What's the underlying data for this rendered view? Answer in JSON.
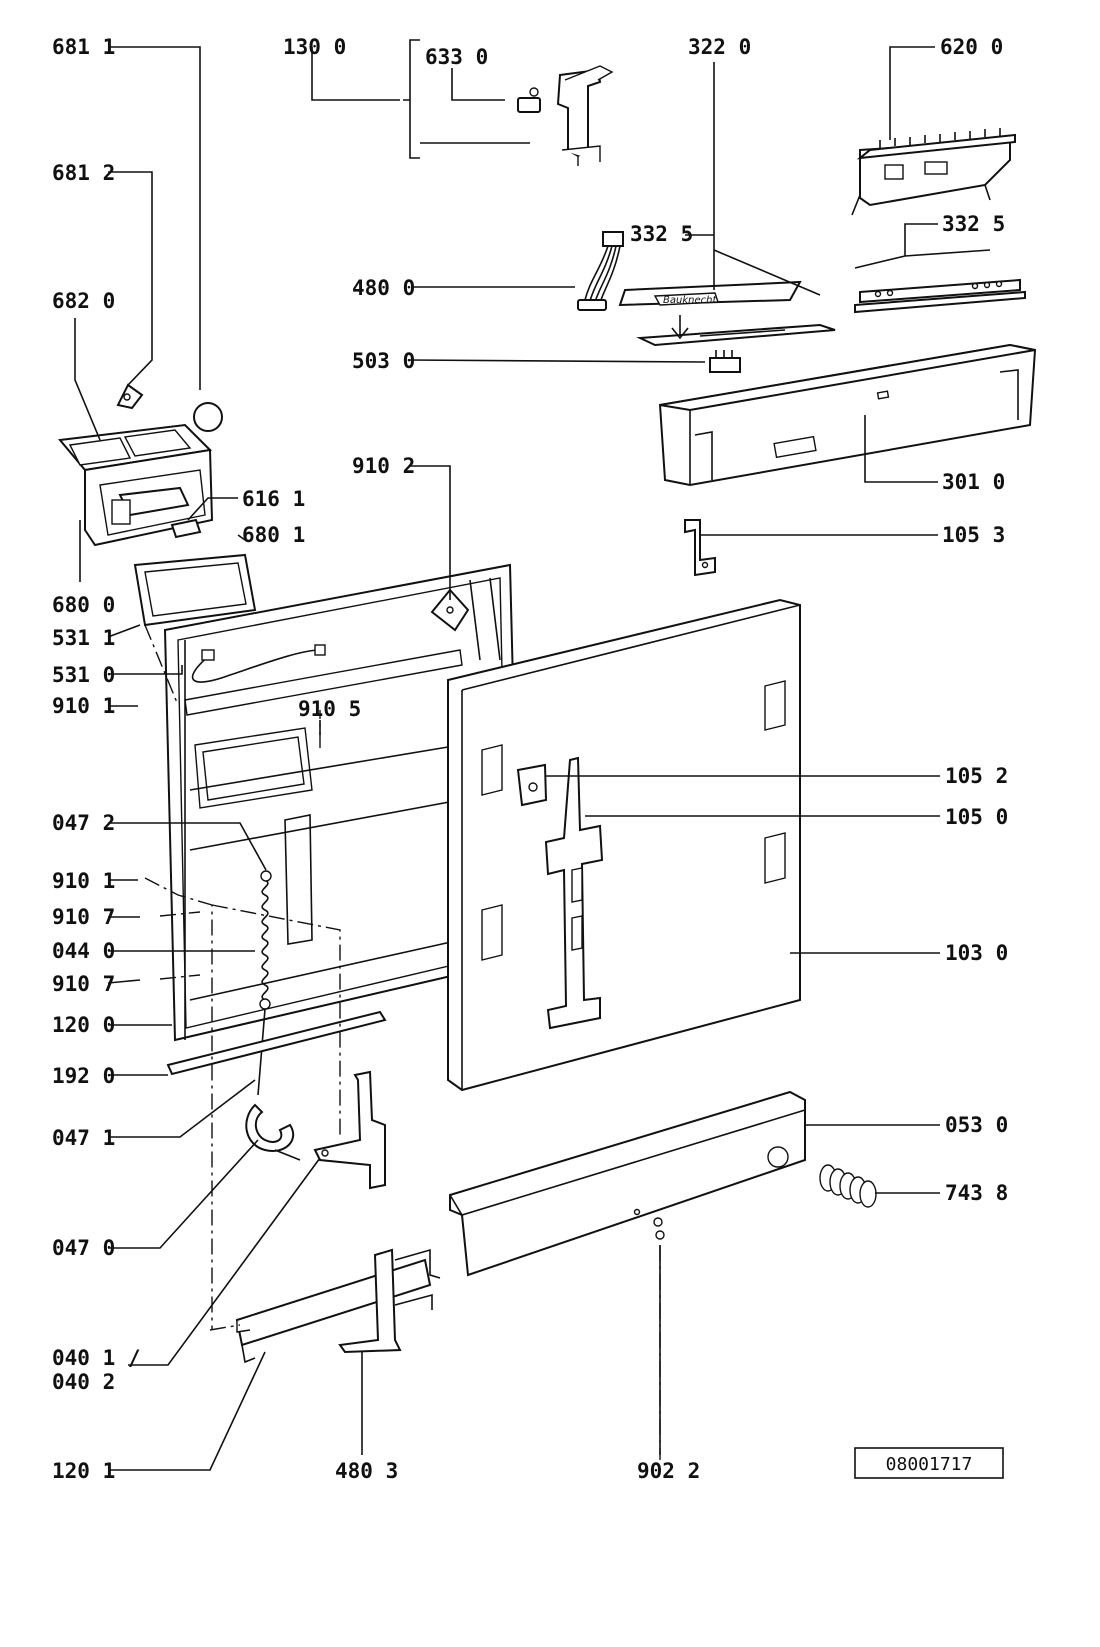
{
  "labels": {
    "p6811": "681 1",
    "p1300": "130 0",
    "p6330": "633 0",
    "p3220": "322 0",
    "p6200": "620 0",
    "p6812": "681 2",
    "p3325a": "332 5",
    "p3325b": "332 5",
    "p4800": "480 0",
    "p6820": "682 0",
    "p5030": "503 0",
    "p9102": "910 2",
    "p3010": "301 0",
    "p6161": "616 1",
    "p1053": "105 3",
    "p6801": "680 1",
    "p6800": "680 0",
    "p5311": "531 1",
    "p5310": "531 0",
    "p9101a": "910 1",
    "p9105": "910 5",
    "p1052": "105 2",
    "p1050": "105 0",
    "p0472": "047 2",
    "p9101b": "910 1",
    "p9107a": "910 7",
    "p0440": "044 0",
    "p9107b": "910 7",
    "p1030": "103 0",
    "p1200": "120 0",
    "p1920": "192 0",
    "p0471": "047 1",
    "p0530": "053 0",
    "p7438": "743 8",
    "p0470": "047 0",
    "p0401": "040 1 /",
    "p0402": "040 2",
    "p1201": "120 1",
    "p4803": "480 3",
    "p9022": "902 2"
  },
  "brand_label": "Bauknecht",
  "reference_number": "08001717"
}
